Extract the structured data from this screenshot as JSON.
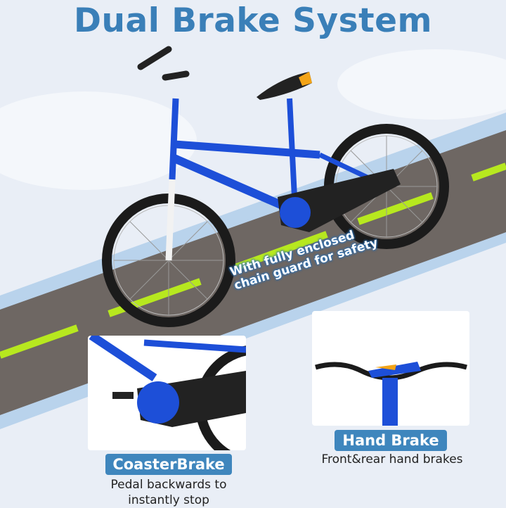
{
  "title": "Dual Brake System",
  "callout": {
    "line1": "With fully enclosed",
    "line2": "chain guard for safety"
  },
  "features": [
    {
      "label": "CoasterBrake",
      "description_line1": "Pedal backwards to",
      "description_line2": "instantly stop"
    },
    {
      "label": "Hand Brake",
      "description": "Front&rear hand brakes"
    }
  ],
  "colors": {
    "accent": "#3f86bd",
    "frame": "#1d4fd8",
    "road": "#6e6763",
    "stripe": "#b7e81f"
  }
}
